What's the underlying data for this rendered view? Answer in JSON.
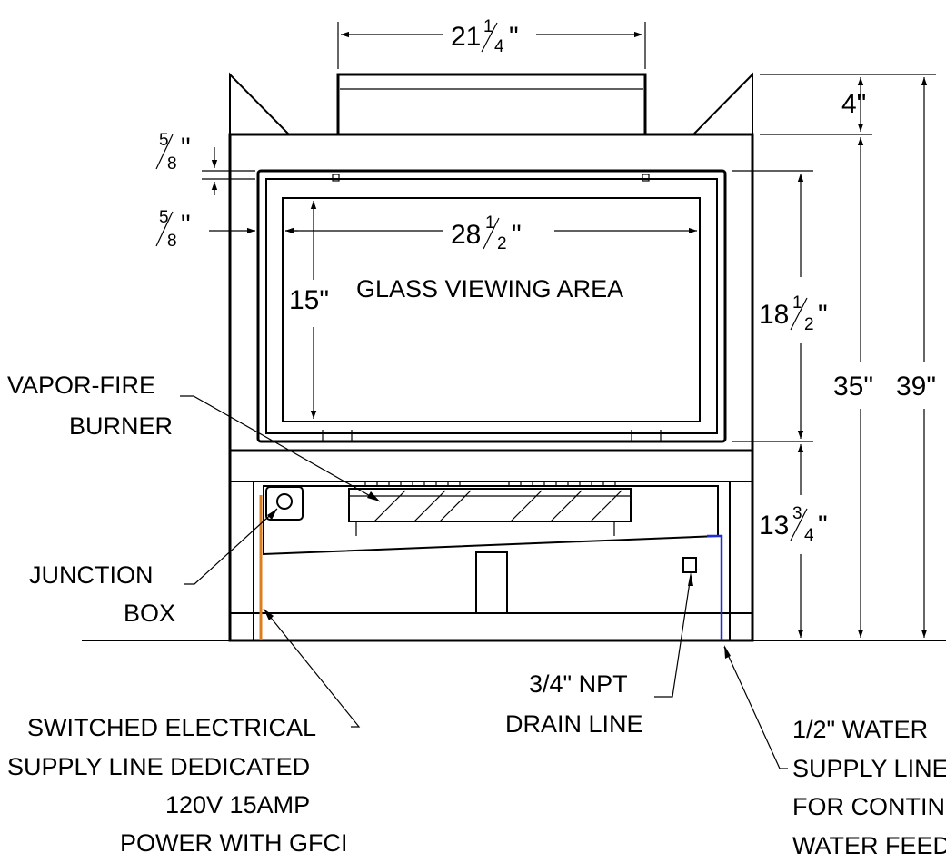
{
  "dimensions": {
    "top_width": "21",
    "top_width_frac_num": "1",
    "top_width_frac_den": "4",
    "top_width_unit": "\"",
    "top_height": "4\"",
    "frame_top_gap_num": "5",
    "frame_top_gap_den": "8",
    "frame_top_gap_unit": "\"",
    "frame_side_gap_num": "5",
    "frame_side_gap_den": "8",
    "frame_side_gap_unit": "\"",
    "glass_width": "28",
    "glass_width_frac_num": "1",
    "glass_width_frac_den": "2",
    "glass_width_unit": "\"",
    "glass_height": "15\"",
    "frame_height": "18",
    "frame_height_frac_num": "1",
    "frame_height_frac_den": "2",
    "frame_height_unit": "\"",
    "base_height": "13",
    "base_height_frac_num": "3",
    "base_height_frac_den": "4",
    "base_height_unit": "\"",
    "body_height": "35\"",
    "total_height": "39\""
  },
  "labels": {
    "glass_area": "GLASS VIEWING AREA",
    "burner": [
      "VAPOR-FIRE",
      "BURNER"
    ],
    "junction_box": [
      "JUNCTION",
      "BOX"
    ],
    "drain": [
      "3/4\" NPT",
      "DRAIN LINE"
    ],
    "electrical": [
      "SWITCHED ELECTRICAL",
      "SUPPLY LINE DEDICATED",
      "120V  15AMP",
      "POWER WITH GFCI"
    ],
    "water": [
      "1/2\" WATER",
      "SUPPLY LINE",
      "FOR CONTINUOUS",
      "WATER FEED"
    ]
  },
  "colors": {
    "electrical_line": "#e07b1a",
    "water_line": "#1f2fd0",
    "outline": "#000000"
  }
}
